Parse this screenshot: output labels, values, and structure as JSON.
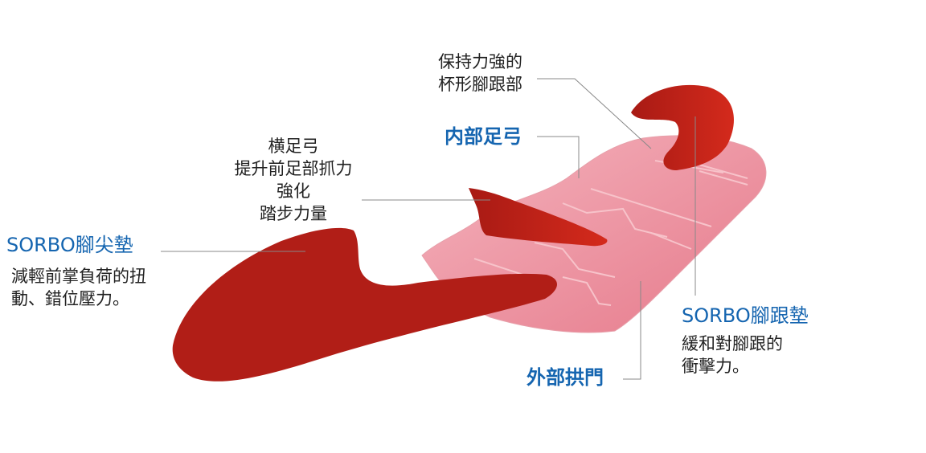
{
  "colors": {
    "pad_red": "#b01e17",
    "insole_pink": "#ec8e9b",
    "label_blue": "#1565b0",
    "leader_gray": "#888888"
  },
  "labels": {
    "heel_cup": [
      "保持力強的",
      "杯形腳跟部"
    ],
    "inner_arch": "内部足弓",
    "transverse_arch": [
      "横足弓",
      "提升前足部抓力",
      "強化",
      "踏步力量"
    ],
    "toe_pad_title": "SORBO腳尖墊",
    "toe_pad_desc": [
      "減輕前掌負荷的扭",
      "動、錯位壓力。"
    ],
    "heel_pad_title": "SORBO腳跟墊",
    "heel_pad_desc": [
      "緩和對腳跟的",
      "衝擊力。"
    ],
    "outer_arch": "外部拱門"
  }
}
